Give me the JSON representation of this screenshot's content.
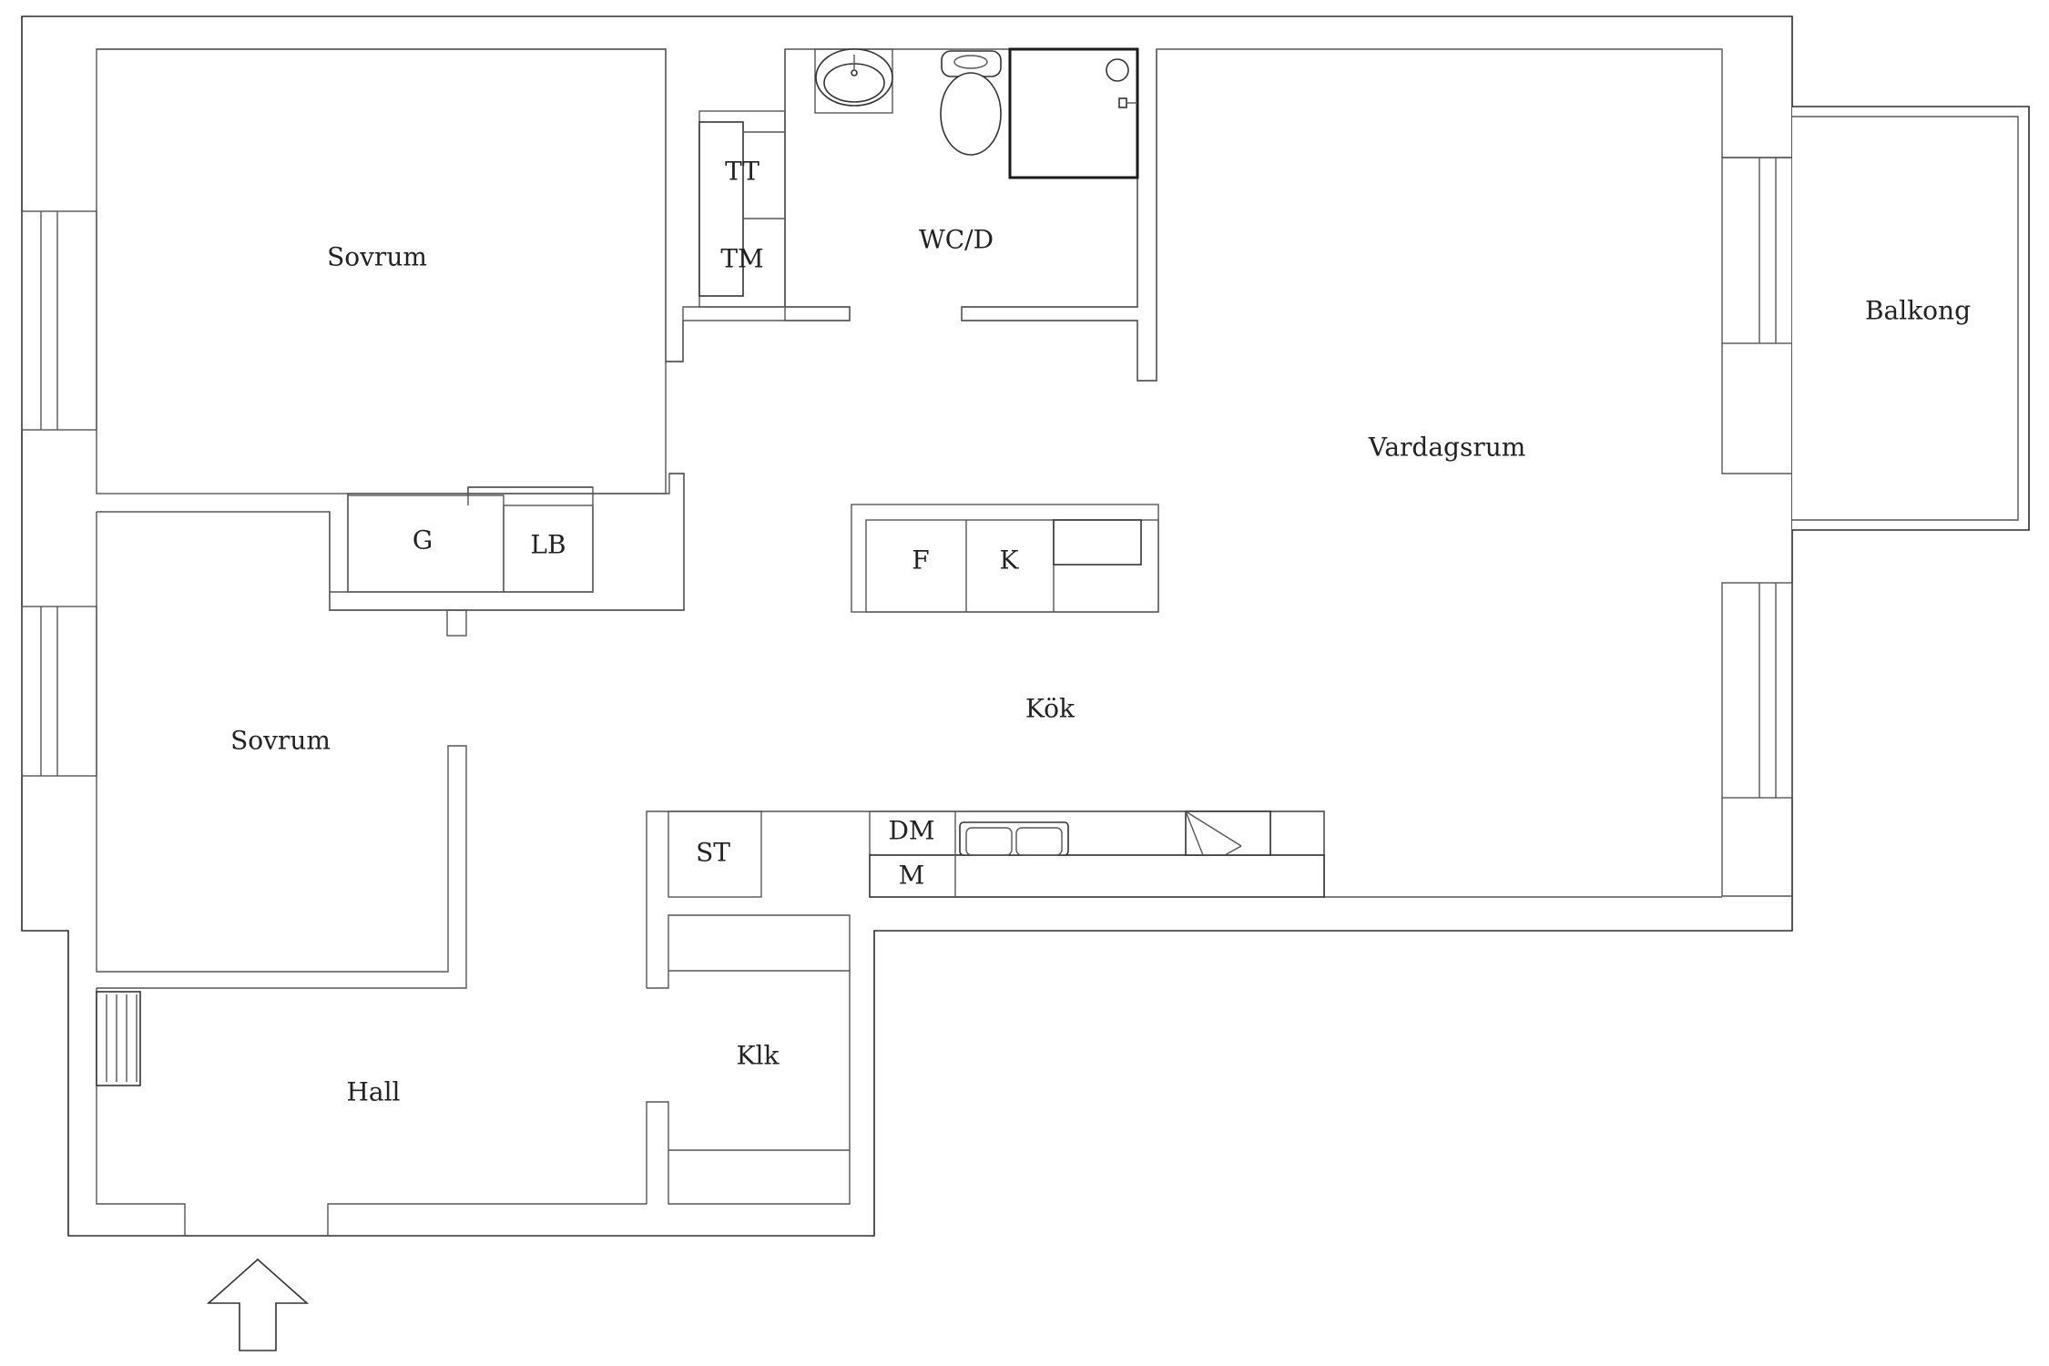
{
  "rooms": {
    "sovrum_top": "Sovrum",
    "sovrum_bottom": "Sovrum",
    "wc": "WC/D",
    "vardagsrum": "Vardagsrum",
    "balkong": "Balkong",
    "kok": "Kök",
    "hall": "Hall",
    "klk": "Klk"
  },
  "fixtures": {
    "tt": "TT",
    "tm": "TM",
    "g": "G",
    "lb": "LB",
    "f": "F",
    "k": "K",
    "dm": "DM",
    "m": "M",
    "st": "ST"
  },
  "icons": {
    "entrance": "entrance-arrow-icon",
    "sink": "sink-icon",
    "toilet": "toilet-icon",
    "shower": "shower-icon",
    "kitchen_sink": "kitchen-sink-icon",
    "radiator": "radiator-icon"
  }
}
